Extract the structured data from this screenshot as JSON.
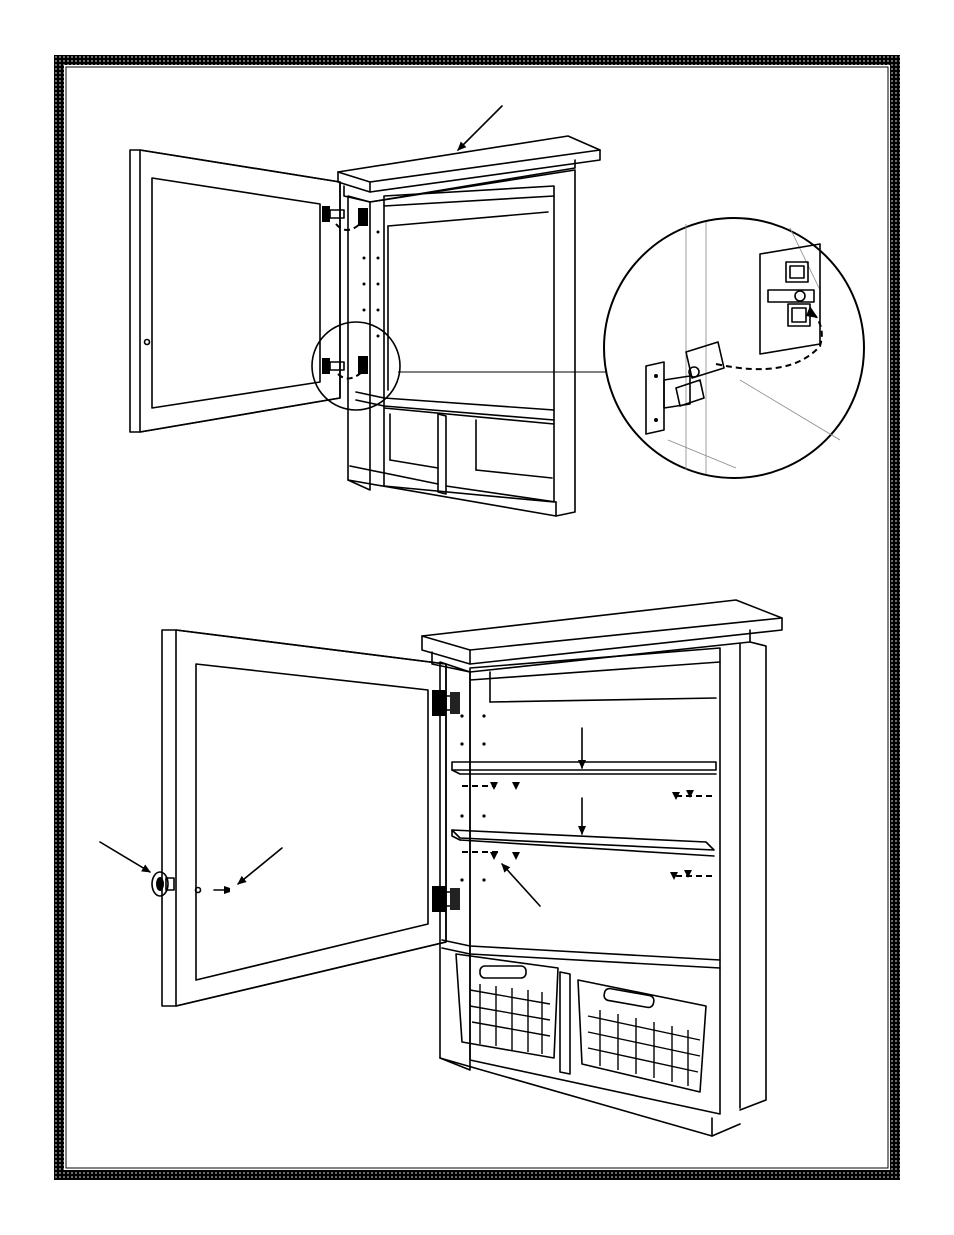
{
  "document": {
    "title": "",
    "frame_color": "#000000",
    "background": "#ffffff",
    "figures": [
      {
        "name": "hinge-mounting-step",
        "callouts": 1,
        "detail_view": "hinge-detail-circle"
      },
      {
        "name": "assembled-cabinet-step",
        "callouts": 5
      }
    ]
  }
}
